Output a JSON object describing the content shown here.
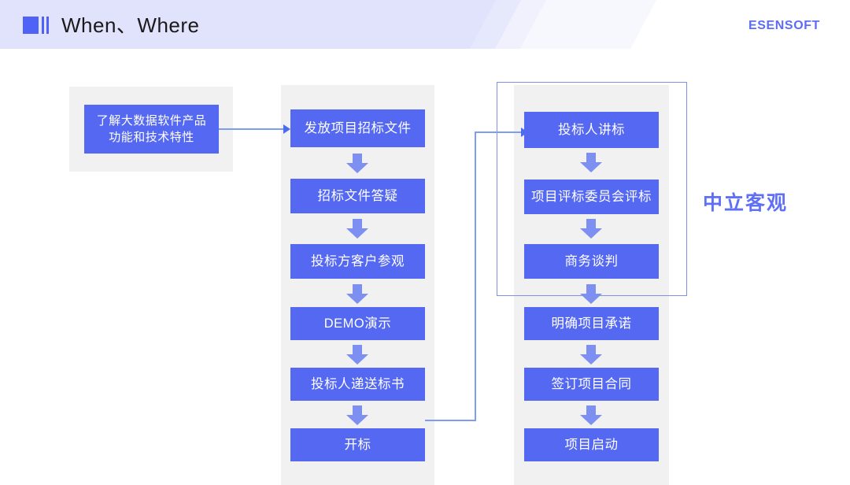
{
  "header": {
    "title": "When、Where",
    "brand": "ESENSOFT",
    "logo_icon": "logo-bars-icon"
  },
  "diagram": {
    "intro": {
      "label": "了解大数据软件产品\n功能和技术特性",
      "line1": "了解大数据软件产品",
      "line2": "功能和技术特性"
    },
    "bid_column": {
      "nodes": [
        {
          "label": "发放项目招标文件"
        },
        {
          "label": "招标文件答疑"
        },
        {
          "label": "投标方客户参观"
        },
        {
          "label": "DEMO演示"
        },
        {
          "label": "投标人递送标书"
        },
        {
          "label": "开标"
        }
      ]
    },
    "eval_column": {
      "nodes": [
        {
          "label": "投标人讲标"
        },
        {
          "label": "项目评标委员会评标"
        },
        {
          "label": "商务谈判"
        },
        {
          "label": "明确项目承诺"
        },
        {
          "label": "签订项目合同"
        },
        {
          "label": "项目启动"
        }
      ]
    },
    "callout": "中立客观"
  },
  "colors": {
    "node_blue": "#5468f2",
    "panel_gray": "#f1f1f1",
    "connector_blue": "#7e9cf0",
    "bracket_blue": "#7e8ff2",
    "brand_blue": "#5b6cf7",
    "header_band": "#e0e3fb",
    "callout_blue": "#6070f5"
  }
}
